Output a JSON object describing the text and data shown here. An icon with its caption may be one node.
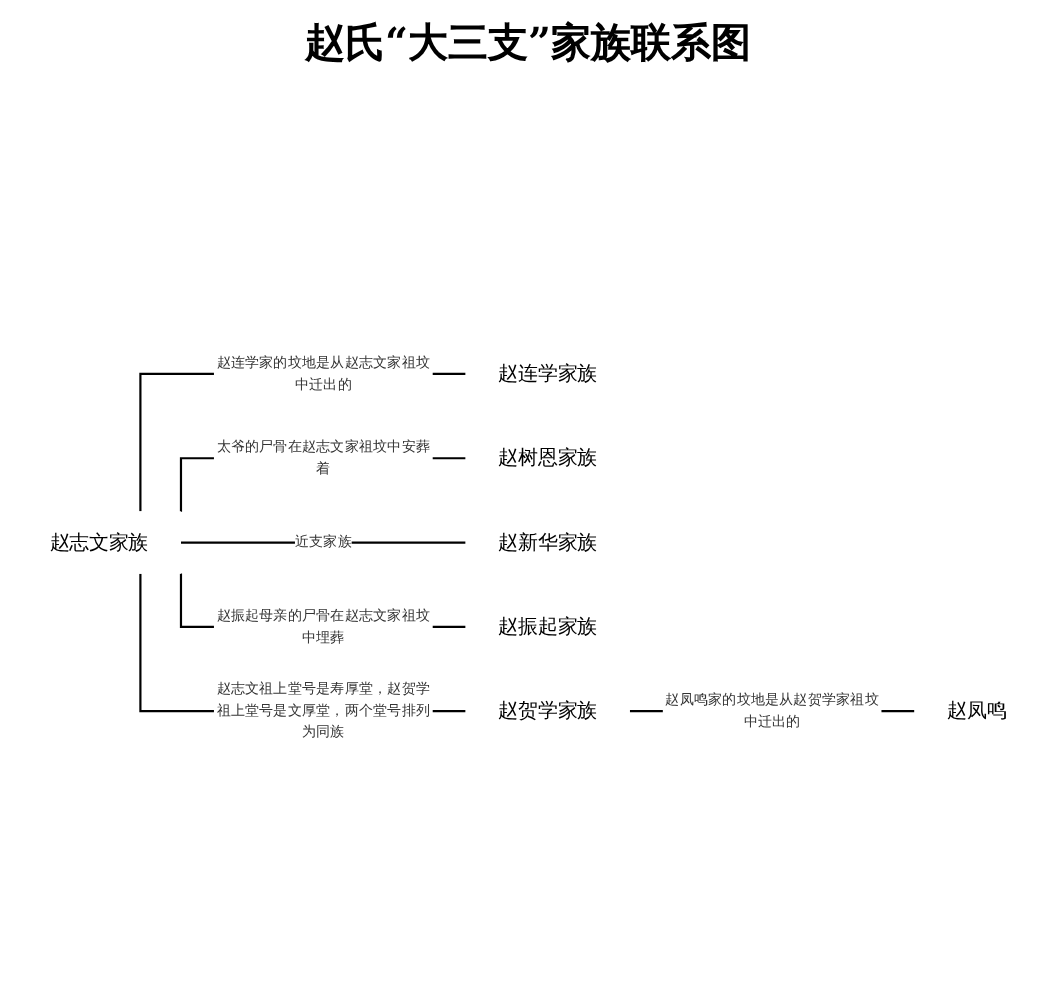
{
  "diagram": {
    "title": "赵氏“大三支”家族联系图",
    "nodes": [
      {
        "text": [
          "赵志文家族"
        ]
      },
      {
        "text": [
          "赵连学家族"
        ]
      },
      {
        "text": [
          "赵树恩家族"
        ]
      },
      {
        "text": [
          "赵新华家族"
        ]
      },
      {
        "text": [
          "赵振起家族"
        ]
      },
      {
        "text": [
          "赵贺学家族"
        ]
      },
      {
        "text": [
          "赵凤鸣"
        ]
      }
    ],
    "edges": [
      {
        "from": 0,
        "to": 1,
        "arrow": "none",
        "label": "赵连学家的坟地是从赵志文家祖坟中迁出的"
      },
      {
        "from": 0,
        "to": 2,
        "arrow": "none",
        "label": "太爷的尸骨在赵志文家祖坟中安葬着"
      },
      {
        "from": 0,
        "to": 3,
        "arrow": "none",
        "label": "近支家族"
      },
      {
        "from": 0,
        "to": 4,
        "arrow": "none",
        "label": "赵振起母亲的尸骨在赵志文家祖坟中埋葬"
      },
      {
        "from": 0,
        "to": 5,
        "arrow": "none",
        "label": "赵志文祖上堂号是寿厚堂，赵贺学祖上堂号是文厚堂，两个堂号排列为同族"
      },
      {
        "from": 5,
        "to": 6,
        "arrow": "none",
        "label": "赵凤鸣家的坟地是从赵贺学家祖坟中迁出的"
      }
    ]
  }
}
